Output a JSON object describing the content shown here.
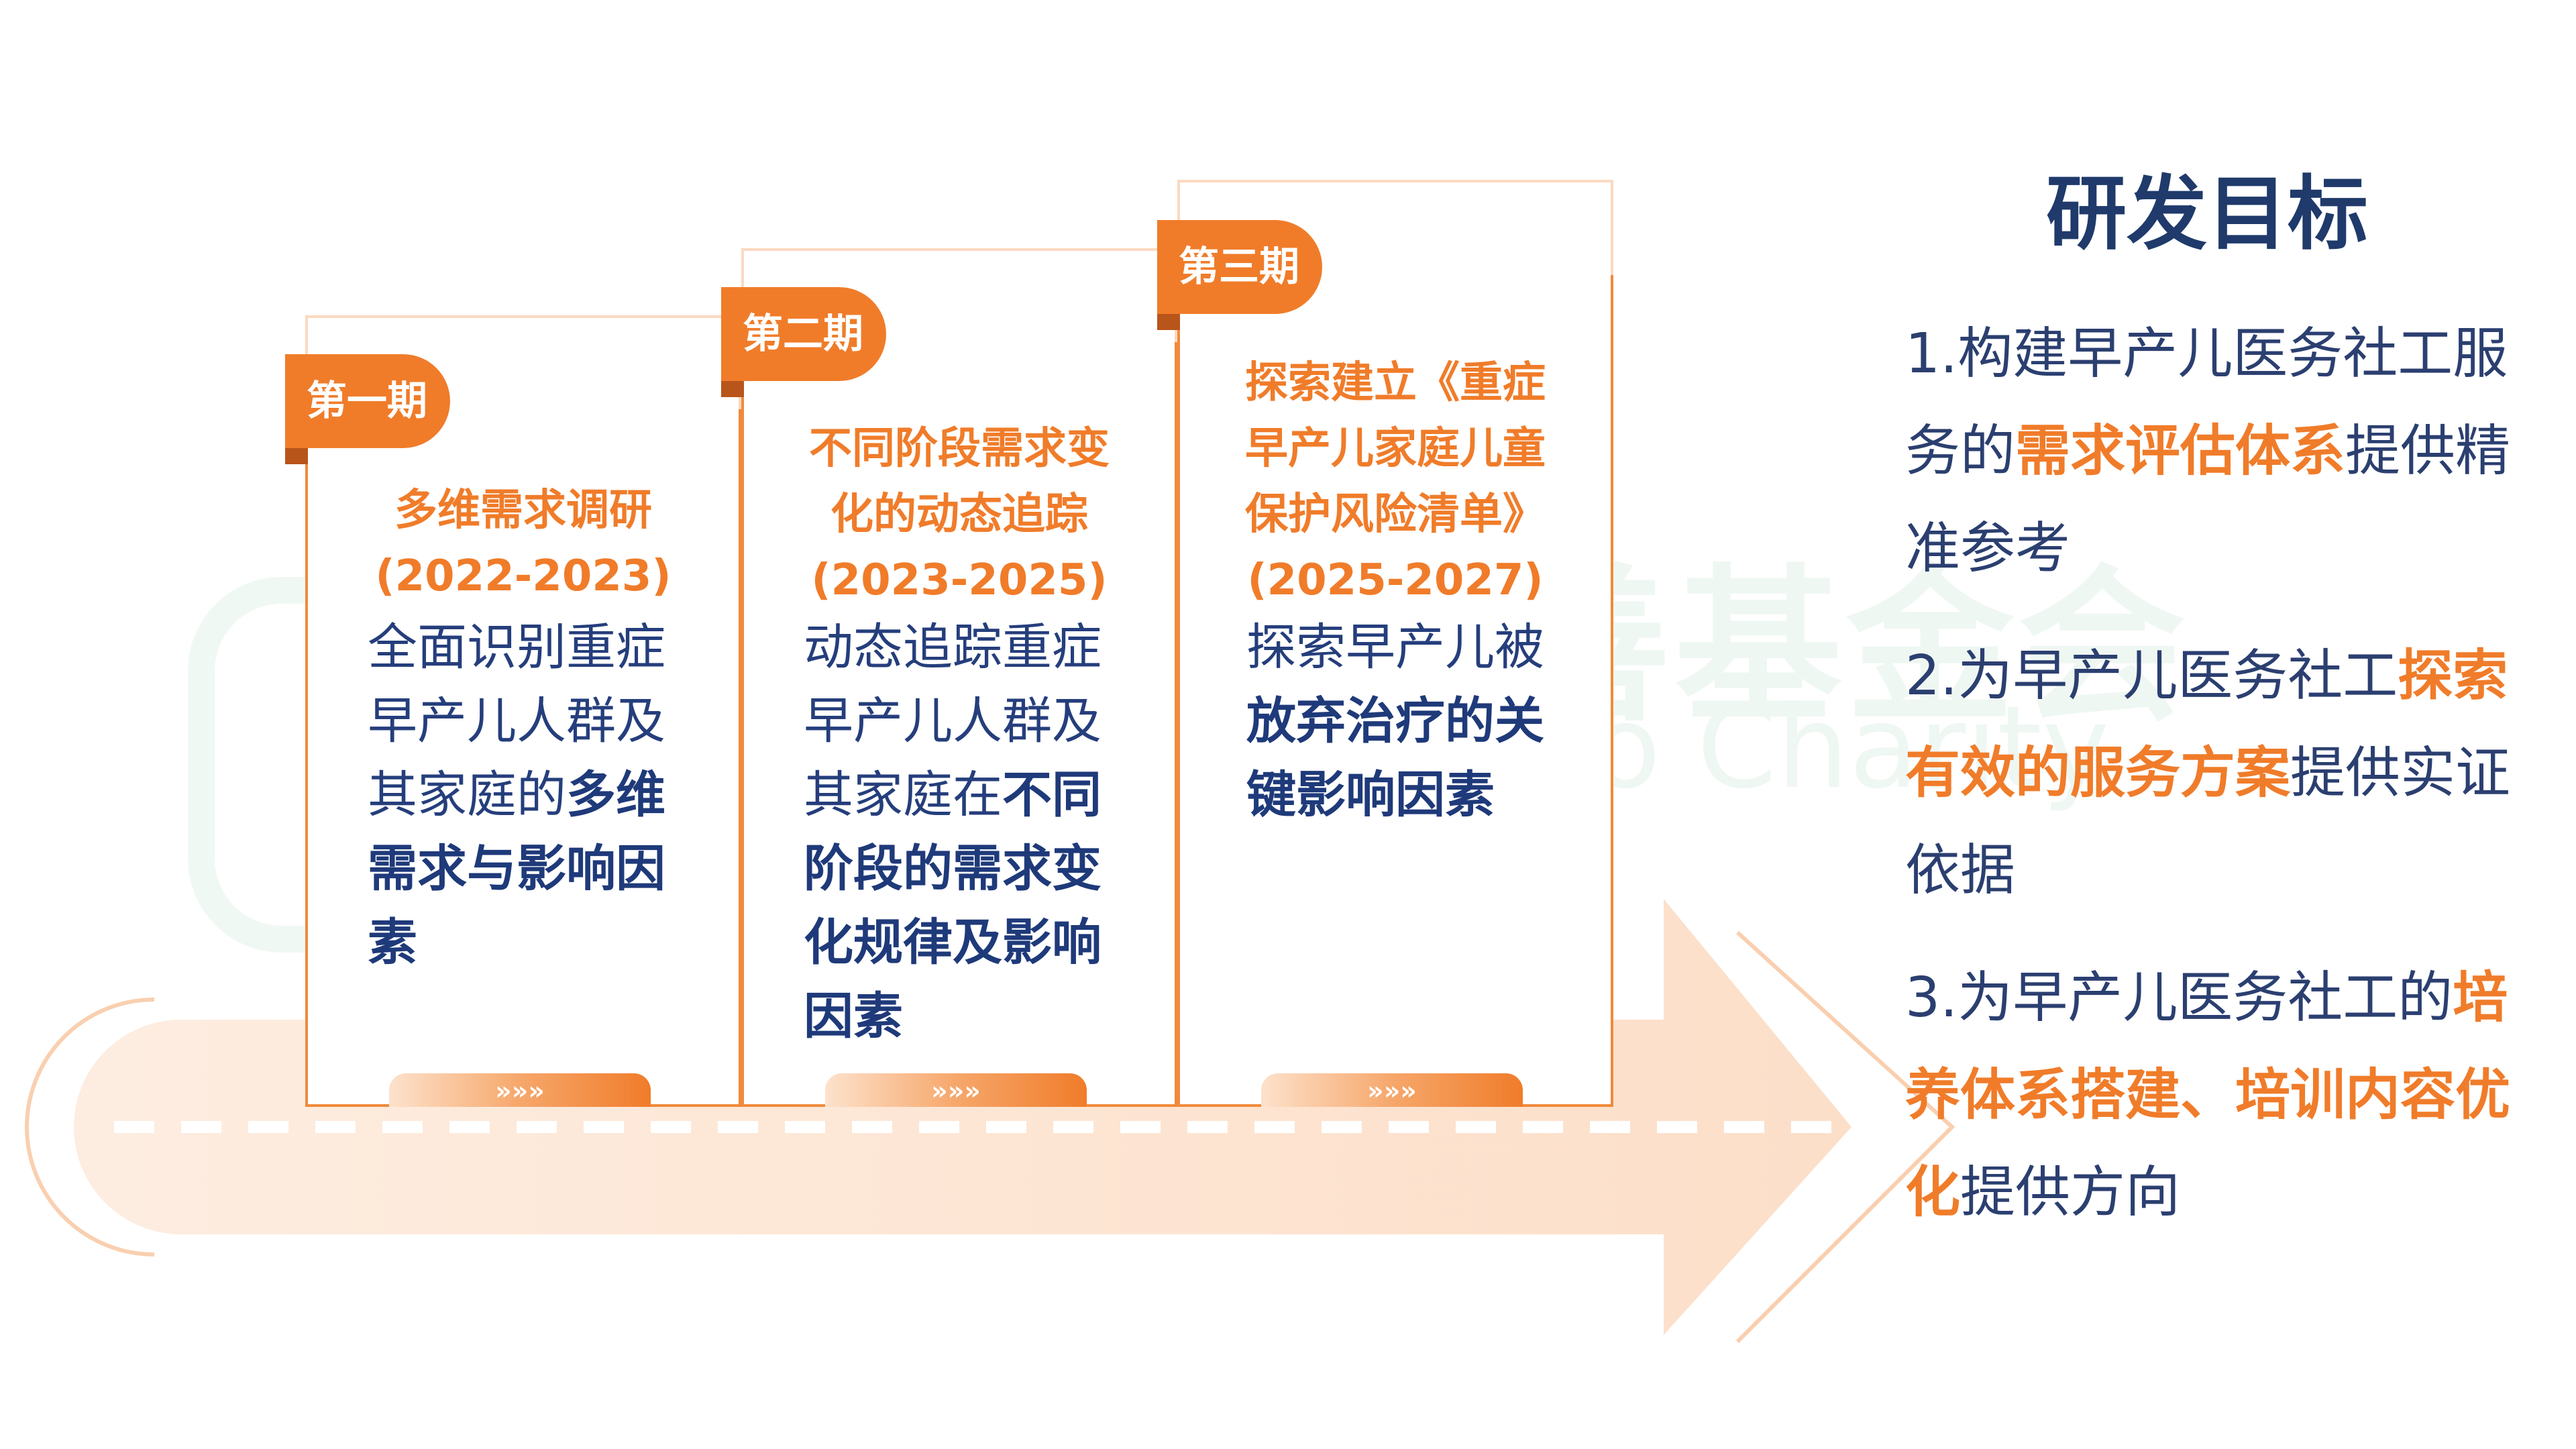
{
  "watermark": {
    "cn": "北京春苗慈善基金会",
    "en": "Beijing Chunmiao Charity Foundation"
  },
  "phases": [
    {
      "badge": "第一期",
      "title_lines": [
        "多维需求调研",
        "(2022-2023)"
      ],
      "body_plain": "全面识别重症早产儿人群及其家庭的",
      "body_bold": "多维需求与影响因素",
      "pill": "»»»"
    },
    {
      "badge": "第二期",
      "title_lines": [
        "不同阶段需求变",
        "化的动态追踪",
        "(2023-2025)"
      ],
      "body_plain": "动态追踪重症早产儿人群及其家庭在",
      "body_bold": "不同阶段的需求变化规律及影响因素",
      "pill": "»»»"
    },
    {
      "badge": "第三期",
      "title_lines": [
        "探索建立《重症",
        "早产儿家庭儿童",
        "保护风险清单》",
        "(2025-2027)"
      ],
      "body_plain": "探索早产儿被",
      "body_bold": "放弃治疗的关键影响因素",
      "pill": "»»»"
    }
  ],
  "goals": {
    "title": "研发目标",
    "items": [
      {
        "prefix": "1.构建早产儿医务社工服务的",
        "highlight": "需求评估体系",
        "suffix": "提供精准参考"
      },
      {
        "prefix": "2.为早产儿医务社工",
        "highlight": "探索有效的服务方案",
        "suffix": "提供实证依据"
      },
      {
        "prefix": "3.为早产儿医务社工的",
        "highlight": "培养体系搭建、培训内容优化",
        "suffix": "提供方向"
      }
    ]
  },
  "colors": {
    "accent": "#f07c2a",
    "navy": "#1f3a6b",
    "arrow": "#fde6d4"
  }
}
